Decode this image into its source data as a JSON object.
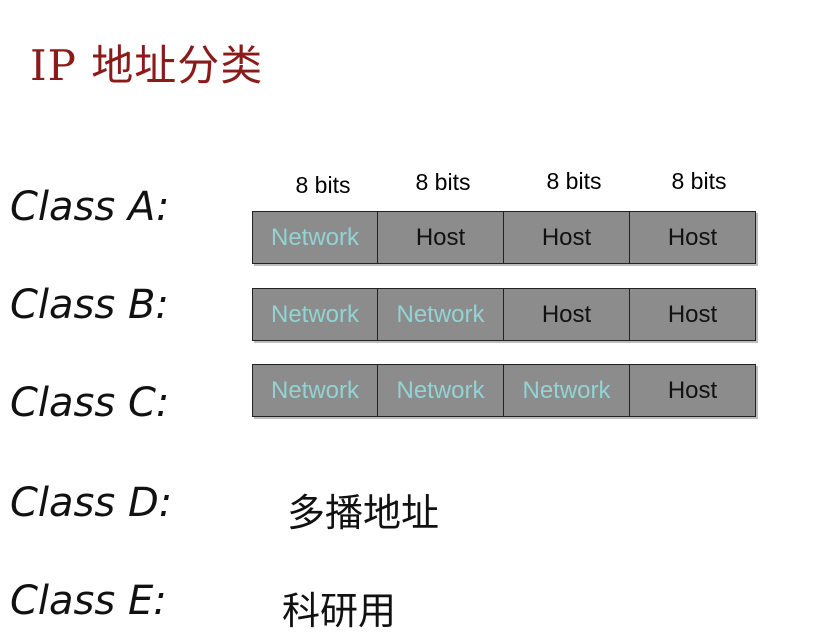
{
  "title": "IP 地址分类",
  "bits": [
    "8 bits",
    "8 bits",
    "8 bits",
    "8 bits"
  ],
  "classes": [
    {
      "label": "Class A:",
      "cells": [
        {
          "text": "Network",
          "kind": "network"
        },
        {
          "text": "Host",
          "kind": "host"
        },
        {
          "text": "Host",
          "kind": "host"
        },
        {
          "text": "Host",
          "kind": "host"
        }
      ]
    },
    {
      "label": "Class B:",
      "cells": [
        {
          "text": "Network",
          "kind": "network"
        },
        {
          "text": "Network",
          "kind": "network"
        },
        {
          "text": "Host",
          "kind": "host"
        },
        {
          "text": "Host",
          "kind": "host"
        }
      ]
    },
    {
      "label": "Class C:",
      "cells": [
        {
          "text": "Network",
          "kind": "network"
        },
        {
          "text": "Network",
          "kind": "network"
        },
        {
          "text": "Network",
          "kind": "network"
        },
        {
          "text": "Host",
          "kind": "host"
        }
      ]
    },
    {
      "label": "Class D:",
      "description": "多播地址"
    },
    {
      "label": "Class E:",
      "description": "科研用"
    }
  ],
  "colors": {
    "title": "#8b1a1a",
    "cell_fill": "#8c8c8c",
    "network_text": "#93d3d3",
    "host_text": "#111111"
  }
}
